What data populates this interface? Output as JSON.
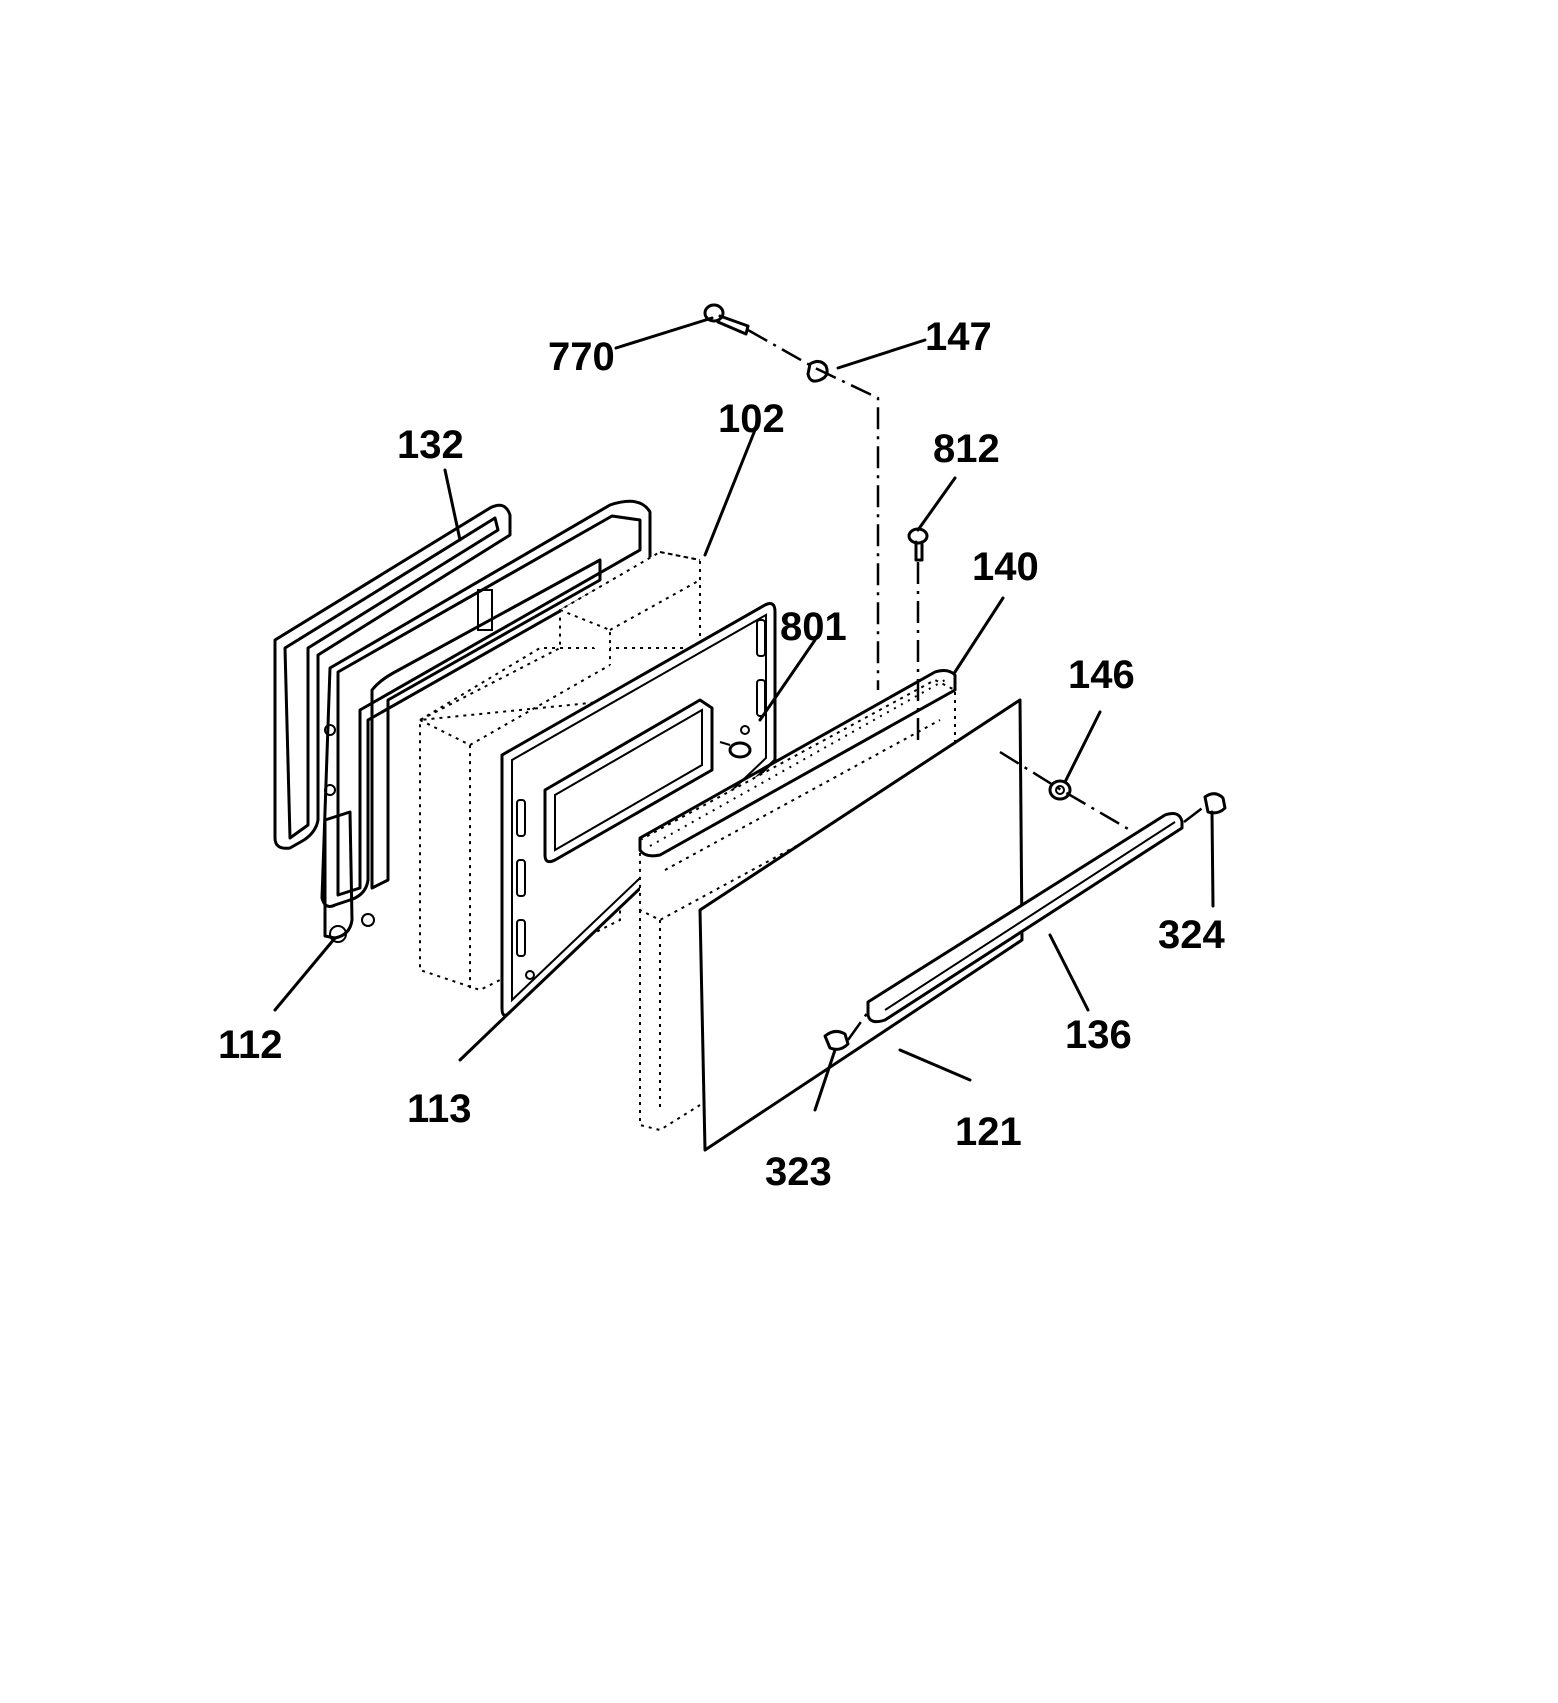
{
  "parts": {
    "p770": "770",
    "p147": "147",
    "p132": "132",
    "p102": "102",
    "p812": "812",
    "p140": "140",
    "p801": "801",
    "p146": "146",
    "p324": "324",
    "p136": "136",
    "p112": "112",
    "p113": "113",
    "p121": "121",
    "p323": "323"
  }
}
